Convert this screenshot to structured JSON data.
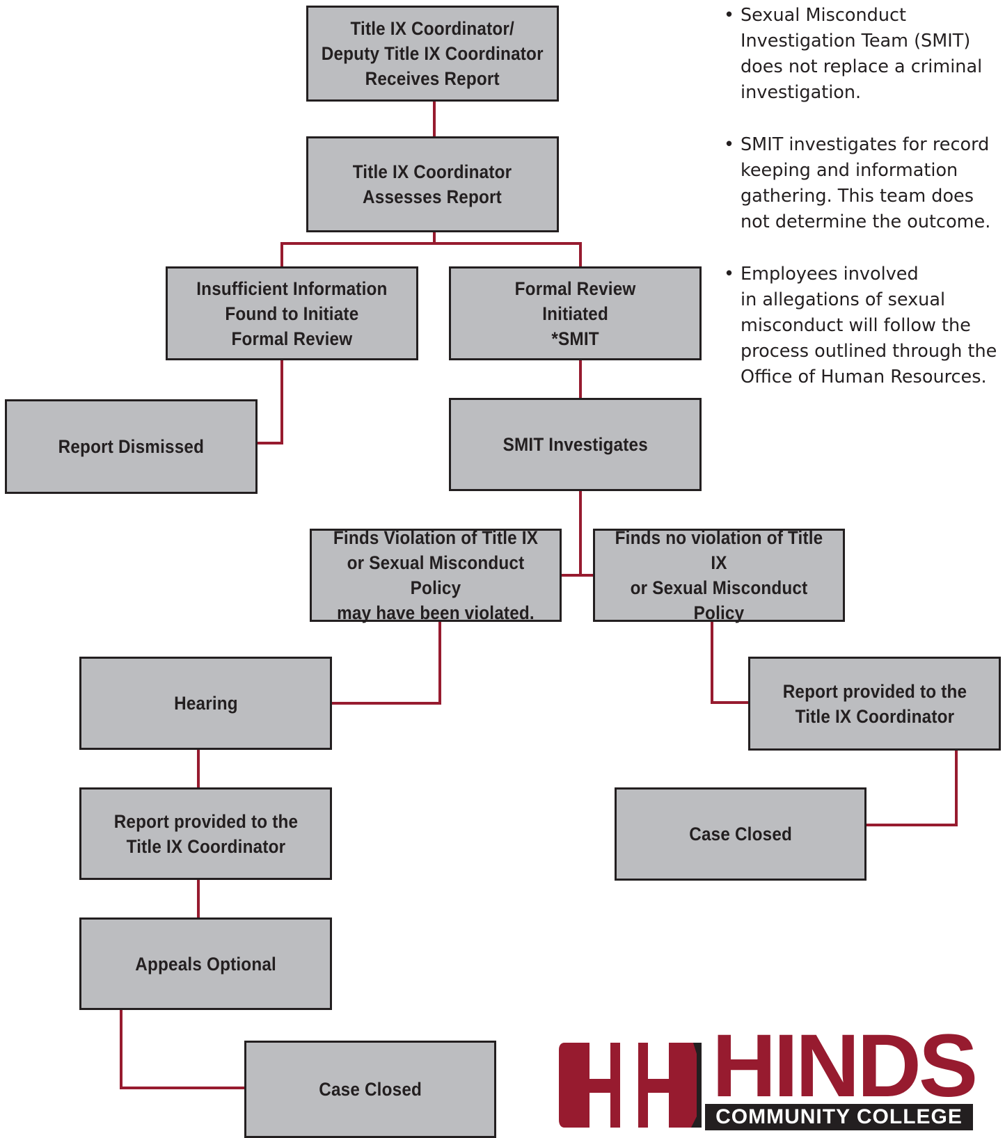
{
  "colors": {
    "box_fill": "#bcbdc0",
    "box_border": "#231f20",
    "connector": "#971b2f",
    "brand": "#971b2f"
  },
  "boxes": {
    "receives": "Title IX Coordinator/\nDeputy Title IX Coordinator\nReceives Report",
    "assesses": "Title IX Coordinator\nAssesses Report",
    "insufficient": "Insufficient Information\nFound to Initiate\nFormal Review",
    "formal": "Formal Review\nInitiated\n*SMIT",
    "dismissed": "Report Dismissed",
    "investigates": "SMIT Investigates",
    "violation": "Finds Violation of Title IX\nor Sexual Misconduct Policy\nmay have been violated.",
    "no_violation": "Finds no violation of Title IX\nor Sexual Misconduct Policy",
    "hearing": "Hearing",
    "report_left": "Report provided to the\nTitle IX Coordinator",
    "report_right": "Report provided to the\nTitle IX Coordinator",
    "appeals": "Appeals Optional",
    "closed_left": "Case Closed",
    "closed_right": "Case Closed"
  },
  "notes": [
    "Sexual Misconduct\nInvestigation Team (SMIT)\ndoes not replace a criminal\ninvestigation.",
    "SMIT investigates for record\nkeeping and information\ngathering. This team does\nnot determine the outcome.",
    "Employees involved\nin allegations of sexual\nmisconduct will follow the\nprocess outlined through the\nOffice of Human Resources."
  ],
  "logo": {
    "name": "HINDS",
    "subtitle": "COMMUNITY COLLEGE"
  }
}
